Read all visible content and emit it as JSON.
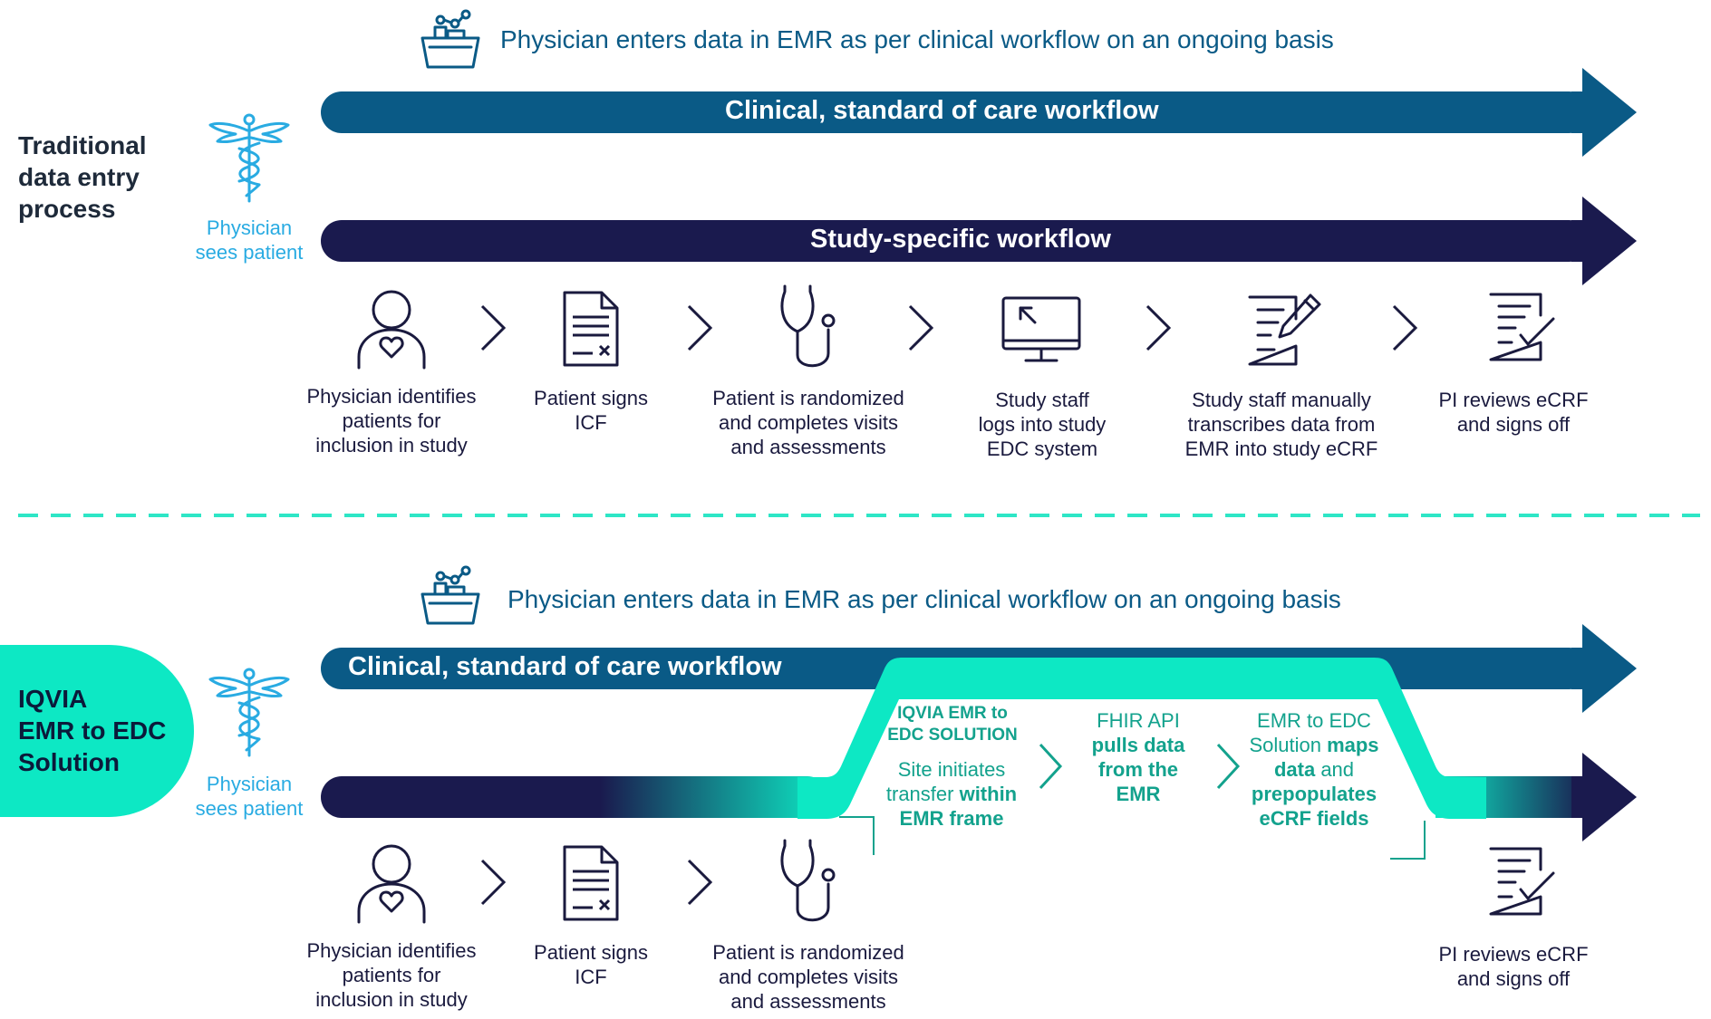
{
  "colors": {
    "clinical_band": "#0a5a86",
    "study_band": "#1a1a4e",
    "teal": "#0de8c4",
    "teal_text": "#13a28d",
    "physician_blue": "#29abe2",
    "caption": "#1a1a3e"
  },
  "icons": [
    "data-basket-icon",
    "caduceus-icon",
    "person-heart-icon",
    "document-icon",
    "stethoscope-icon",
    "monitor-icon",
    "edit-document-icon",
    "checked-document-icon",
    "chevron-right-icon"
  ],
  "traditional": {
    "title": "Traditional data entry process",
    "physician_line1": "Physician",
    "physician_line2": "sees patient",
    "emr_note": "Physician enters data in EMR as per clinical workflow on an ongoing basis",
    "clinical_band": "Clinical, standard of care workflow",
    "study_band": "Study-specific workflow",
    "steps": [
      {
        "l1": "Physician identifies",
        "l2": "patients for",
        "l3": "inclusion in study"
      },
      {
        "l1": "Patient signs",
        "l2": "ICF",
        "l3": ""
      },
      {
        "l1": "Patient is randomized",
        "l2": "and completes visits",
        "l3": "and assessments"
      },
      {
        "l1": "Study staff",
        "l2": "logs into study",
        "l3": "EDC system"
      },
      {
        "l1": "Study staff manually",
        "l2": "transcribes data from",
        "l3": "EMR into study eCRF"
      },
      {
        "l1": "PI reviews eCRF",
        "l2": "and signs off",
        "l3": ""
      }
    ]
  },
  "iqvia": {
    "title_l1": "IQVIA",
    "title_l2": "EMR to EDC",
    "title_l3": "Solution",
    "physician_line1": "Physician",
    "physician_line2": "sees patient",
    "emr_note": "Physician enters data in EMR as per clinical workflow on an ongoing basis",
    "clinical_band": "Clinical, standard of care workflow",
    "solution_heading_l1": "IQVIA EMR to",
    "solution_heading_l2": "EDC SOLUTION",
    "site": {
      "l1": "Site initiates",
      "l2a": "transfer ",
      "l2b": "within",
      "l3": "EMR frame"
    },
    "fhir": {
      "l1": "FHIR API",
      "l2": "pulls data",
      "l3": "from the",
      "l4": "EMR"
    },
    "maps": {
      "l1": "EMR to EDC",
      "l2a": "Solution ",
      "l2b": "maps",
      "l3a": "data",
      "l3b": " and",
      "l4": "prepopulates",
      "l5": "eCRF fields"
    },
    "steps": [
      {
        "l1": "Physician identifies",
        "l2": "patients for",
        "l3": "inclusion in study"
      },
      {
        "l1": "Patient signs",
        "l2": "ICF",
        "l3": ""
      },
      {
        "l1": "Patient is randomized",
        "l2": "and completes visits",
        "l3": "and assessments"
      },
      {
        "l1": "PI reviews eCRF",
        "l2": "and signs off",
        "l3": ""
      }
    ]
  }
}
